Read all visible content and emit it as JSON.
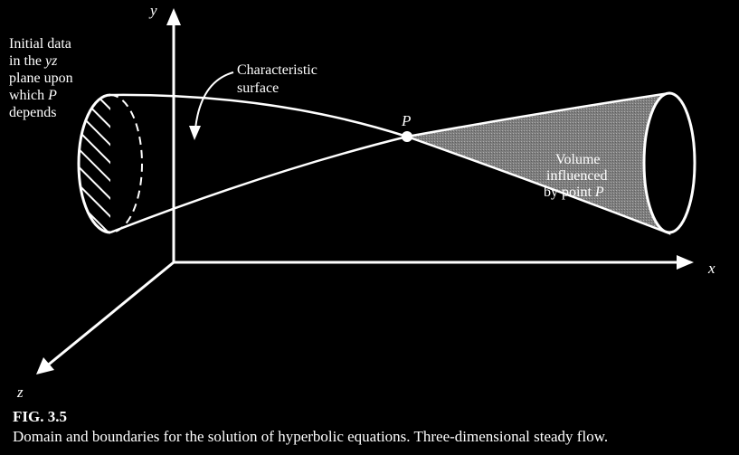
{
  "figure": {
    "axes": {
      "x": "x",
      "y": "y",
      "z": "z"
    },
    "point_label": "P",
    "characteristic_label": [
      "Characteristic",
      "surface"
    ],
    "initial_data_label": {
      "line1": "Initial data",
      "line2_prefix": "in the ",
      "line2_var": "yz",
      "line3": "plane upon",
      "line4_prefix": "which ",
      "line4_var": "P",
      "line5": "depends"
    },
    "volume_label": {
      "line1": "Volume",
      "line2": "influenced",
      "line3_prefix": "by point ",
      "line3_var": "P"
    },
    "colors": {
      "background": "#000000",
      "ink": "#ffffff",
      "shade": "#8a8a8a"
    }
  },
  "caption": {
    "number": "FIG. 3.5",
    "text": "Domain and boundaries for the solution of hyperbolic equations. Three-dimensional steady flow."
  }
}
